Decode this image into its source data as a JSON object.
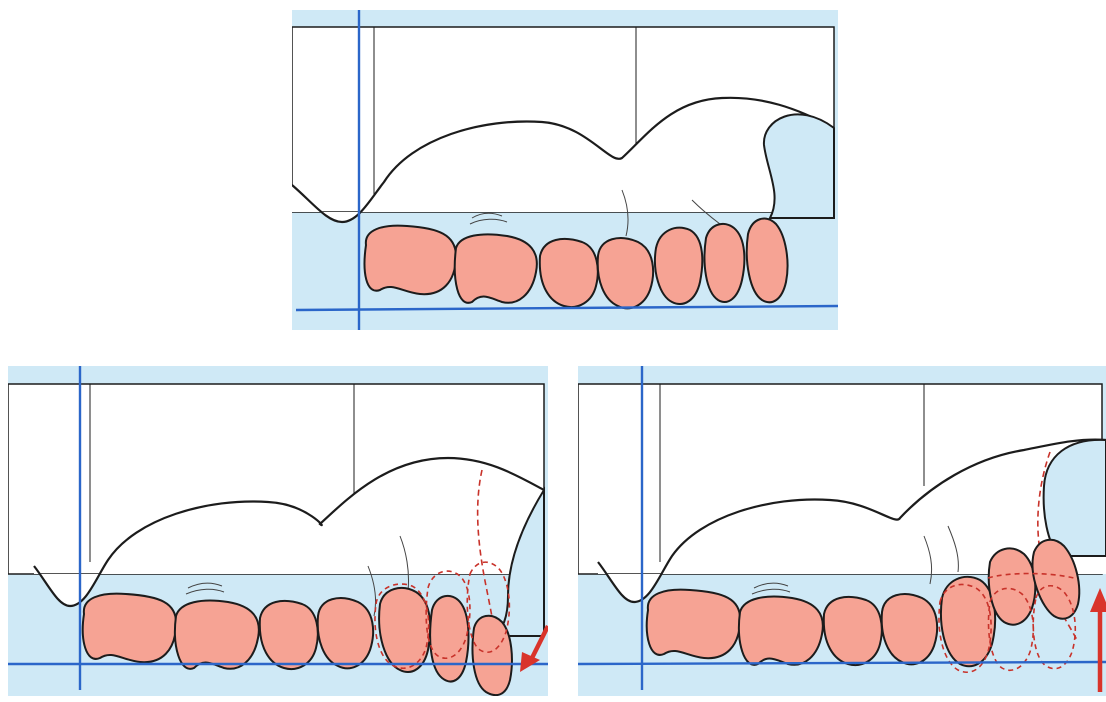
{
  "diagram": {
    "colors": {
      "background": "#cfe9f6",
      "frame_white": "#ffffff",
      "outline": "#1c1c1c",
      "reference_line": "#2b66c9",
      "tooth_fill": "#f6a394",
      "tooth_stroke": "#1c1c1c",
      "dashed_outline": "#c8322a",
      "arrow": "#d9342b"
    },
    "panels": [
      {
        "id": "top",
        "variant": "baseline",
        "arrow": "none"
      },
      {
        "id": "bottom-left",
        "variant": "posterior-teeth-tipped-down",
        "arrow": "down-left"
      },
      {
        "id": "bottom-right",
        "variant": "posterior-teeth-tipped-up",
        "arrow": "up"
      }
    ]
  }
}
